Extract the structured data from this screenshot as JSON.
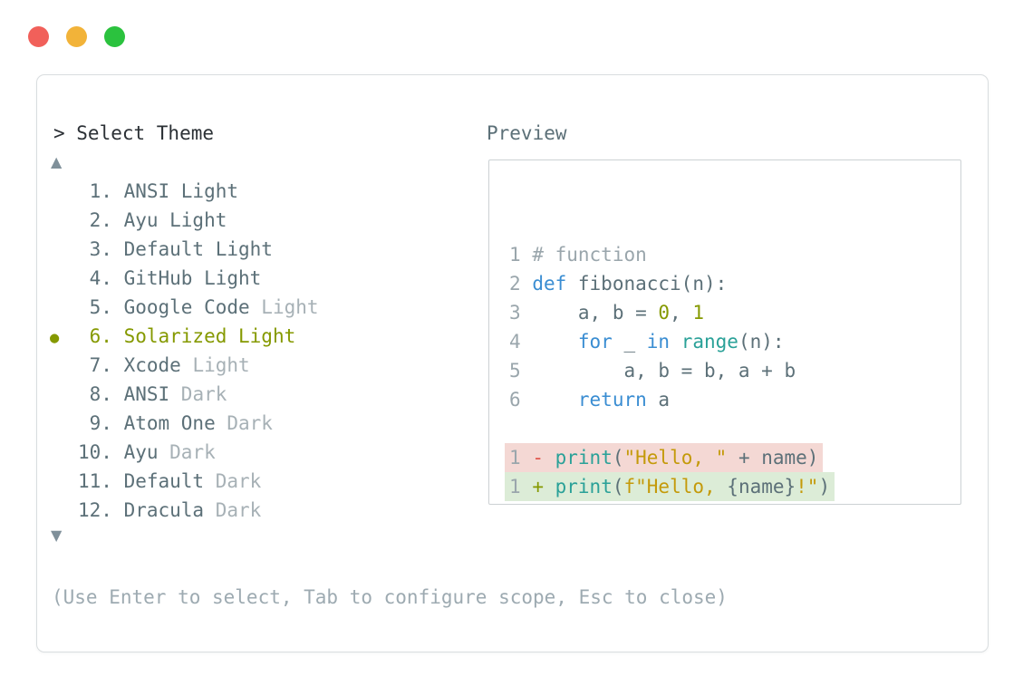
{
  "palette": {
    "ink": "#2b3035",
    "slate": "#5c7078",
    "dim": "#a7b1b6",
    "muted": "#9aa6ac",
    "olive": "#859900",
    "blue": "#3a8dd2",
    "teal": "#2aa198",
    "gold": "#c49a0a",
    "red": "#e0544a",
    "removed_bg": "#f4d8d4",
    "added_bg": "#dcecd7",
    "panel_border": "#d9dddf",
    "box_border": "#ccd1d4",
    "footer": "#9daab1",
    "arrow": "#7f909a",
    "light_red": "#f1605a",
    "light_yellow": "#f2b339",
    "light_green": "#2bc23e"
  },
  "command_palette": {
    "prompt": "> Select Theme",
    "scroll_up_icon": "▲",
    "scroll_down_icon": "▼",
    "selected_marker": "●",
    "items": [
      {
        "num": "1",
        "label": "ANSI Light"
      },
      {
        "num": "2",
        "label": "Ayu Light"
      },
      {
        "num": "3",
        "label": "Default Light"
      },
      {
        "num": "4",
        "label": "GitHub Light"
      },
      {
        "num": "5",
        "label": "Google Code",
        "dim": "Light"
      },
      {
        "num": "6",
        "label": "Solarized Light",
        "selected": true
      },
      {
        "num": "7",
        "label": "Xcode",
        "dim": "Light"
      },
      {
        "num": "8",
        "label": "ANSI",
        "dim": "Dark"
      },
      {
        "num": "9",
        "label": "Atom One",
        "dim": "Dark"
      },
      {
        "num": "10",
        "label": "Ayu",
        "dim": "Dark"
      },
      {
        "num": "11",
        "label": "Default",
        "dim": "Dark"
      },
      {
        "num": "12",
        "label": "Dracula",
        "dim": "Dark"
      }
    ],
    "footer_hint": "(Use Enter to select, Tab to configure scope, Esc to close)"
  },
  "preview": {
    "title": "Preview",
    "code_lines": [
      {
        "num": "1",
        "tokens": [
          [
            "comment",
            "# function"
          ]
        ]
      },
      {
        "num": "2",
        "tokens": [
          [
            "kw",
            "def"
          ],
          [
            "plain",
            " fibonacci(n):"
          ]
        ]
      },
      {
        "num": "3",
        "tokens": [
          [
            "plain",
            "    a, b = "
          ],
          [
            "num",
            "0"
          ],
          [
            "plain",
            ", "
          ],
          [
            "num",
            "1"
          ]
        ]
      },
      {
        "num": "4",
        "tokens": [
          [
            "plain",
            "    "
          ],
          [
            "kw",
            "for"
          ],
          [
            "plain",
            " _ "
          ],
          [
            "kw",
            "in"
          ],
          [
            "plain",
            " "
          ],
          [
            "fn",
            "range"
          ],
          [
            "plain",
            "(n):"
          ]
        ]
      },
      {
        "num": "5",
        "tokens": [
          [
            "plain",
            "        a, b = b, a + b"
          ]
        ]
      },
      {
        "num": "6",
        "tokens": [
          [
            "plain",
            "    "
          ],
          [
            "kw",
            "return"
          ],
          [
            "plain",
            " a"
          ]
        ]
      },
      {
        "num": "",
        "tokens": []
      },
      {
        "num": "1",
        "diff": "removed",
        "tokens": [
          [
            "del",
            "-"
          ],
          [
            "plain",
            " "
          ],
          [
            "fn",
            "print"
          ],
          [
            "plain",
            "("
          ],
          [
            "str",
            "\"Hello, \""
          ],
          [
            "plain",
            " + name)"
          ]
        ]
      },
      {
        "num": "1",
        "diff": "added",
        "tokens": [
          [
            "add",
            "+"
          ],
          [
            "plain",
            " "
          ],
          [
            "fn",
            "print"
          ],
          [
            "plain",
            "("
          ],
          [
            "str",
            "f\"Hello, "
          ],
          [
            "plain",
            "{name}"
          ],
          [
            "str",
            "!\""
          ],
          [
            "plain",
            ")"
          ]
        ]
      }
    ]
  }
}
